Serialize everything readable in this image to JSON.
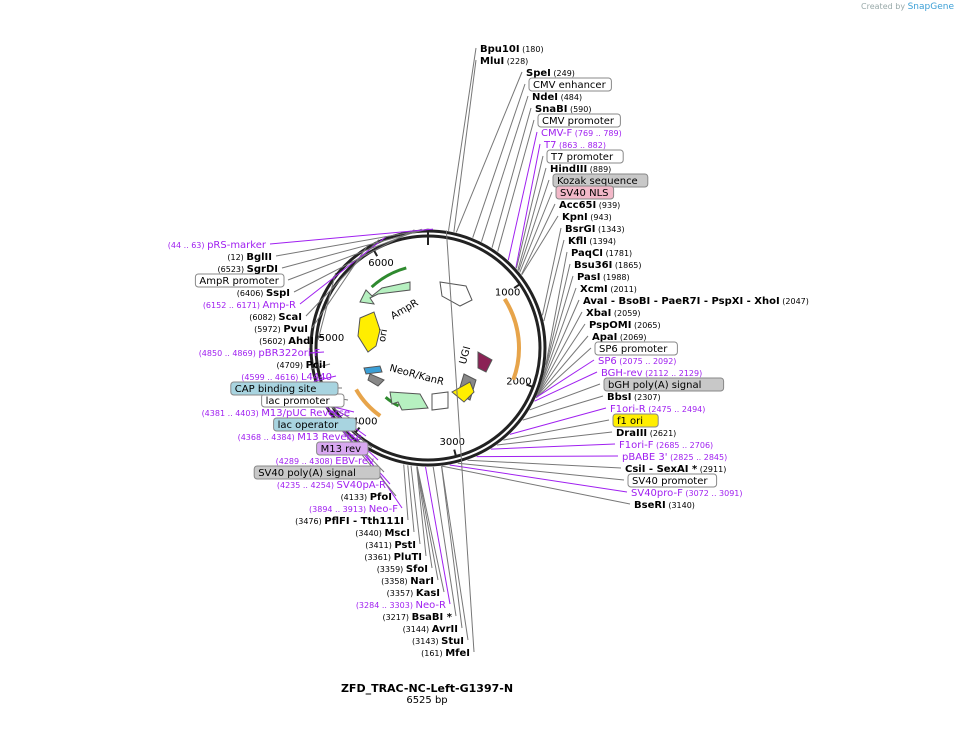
{
  "credit": {
    "prefix": "Created by",
    "brand": "SnapGene"
  },
  "plasmid": {
    "name": "ZFD_TRAC-NC-Left-G1397-N",
    "size_label": "6525 bp",
    "length": 6525
  },
  "colors": {
    "enzyme": "#000000",
    "primer": "#a020f0",
    "feature_box_border": "#888888",
    "backbone": "#222222",
    "amp": "#b6f0c0",
    "ori": "#ffee00",
    "kan": "#b6f0c0",
    "ugi": "#8b2255",
    "yellow": "#ffee00",
    "orange": "#e7a44a",
    "green": "#2f8a2f",
    "gray": "#888888"
  },
  "tick_labels": [
    "1000",
    "2000",
    "3000",
    "4000",
    "5000",
    "6000"
  ],
  "inner_features": [
    {
      "name": "AmpR",
      "label": "AmpR"
    },
    {
      "name": "ori",
      "label": "ori"
    },
    {
      "name": "NeoR/KanR",
      "label": "NeoR/KanR"
    },
    {
      "name": "UGI",
      "label": "UGI"
    }
  ],
  "labels": [
    {
      "type": "enzyme",
      "name": "MfeI",
      "pos": "(161)",
      "side": "left"
    },
    {
      "type": "enzyme",
      "name": "Bpu10I",
      "pos": "(180)",
      "side": "right"
    },
    {
      "type": "enzyme",
      "name": "MluI",
      "pos": "(228)",
      "side": "right"
    },
    {
      "type": "enzyme",
      "name": "SpeI",
      "pos": "(249)",
      "side": "right"
    },
    {
      "type": "feature",
      "name": "CMV enhancer",
      "side": "right",
      "fill": "#ffffff"
    },
    {
      "type": "enzyme",
      "name": "NdeI",
      "pos": "(484)",
      "side": "right"
    },
    {
      "type": "enzyme",
      "name": "SnaBI",
      "pos": "(590)",
      "side": "right"
    },
    {
      "type": "feature",
      "name": "CMV promoter",
      "side": "right",
      "fill": "#ffffff"
    },
    {
      "type": "primer",
      "name": "CMV-F",
      "pos": "(769 .. 789)",
      "side": "right"
    },
    {
      "type": "primer",
      "name": "T7",
      "pos": "(863 .. 882)",
      "side": "right"
    },
    {
      "type": "feature",
      "name": "T7 promoter",
      "side": "right",
      "fill": "#ffffff"
    },
    {
      "type": "enzyme",
      "name": "HindIII",
      "pos": "(889)",
      "side": "right"
    },
    {
      "type": "feature",
      "name": "Kozak sequence",
      "side": "right",
      "fill": "#c8c8c8"
    },
    {
      "type": "feature",
      "name": "SV40 NLS",
      "side": "right",
      "fill": "#f2b8c8"
    },
    {
      "type": "enzyme",
      "name": "Acc65I",
      "pos": "(939)",
      "side": "right"
    },
    {
      "type": "enzyme",
      "name": "KpnI",
      "pos": "(943)",
      "side": "right"
    },
    {
      "type": "enzyme",
      "name": "BsrGI",
      "pos": "(1343)",
      "side": "right"
    },
    {
      "type": "enzyme",
      "name": "KflI",
      "pos": "(1394)",
      "side": "right"
    },
    {
      "type": "enzyme",
      "name": "PaqCI",
      "pos": "(1781)",
      "side": "right"
    },
    {
      "type": "enzyme",
      "name": "Bsu36I",
      "pos": "(1865)",
      "side": "right"
    },
    {
      "type": "enzyme",
      "name": "PasI",
      "pos": "(1988)",
      "side": "right"
    },
    {
      "type": "enzyme",
      "name": "XcmI",
      "pos": "(2011)",
      "side": "right"
    },
    {
      "type": "enzyme_multi",
      "name": "AvaI",
      "extra": [
        "- BsoBI",
        "- PaeR7I",
        "- PspXI",
        "- XhoI"
      ],
      "pos": "(2047)",
      "side": "right"
    },
    {
      "type": "enzyme",
      "name": "XbaI",
      "pos": "(2059)",
      "side": "right"
    },
    {
      "type": "enzyme",
      "name": "PspOMI",
      "pos": "(2065)",
      "side": "right"
    },
    {
      "type": "enzyme",
      "name": "ApaI",
      "pos": "(2069)",
      "side": "right"
    },
    {
      "type": "feature",
      "name": "SP6 promoter",
      "side": "right",
      "fill": "#ffffff"
    },
    {
      "type": "primer",
      "name": "SP6",
      "pos": "(2075 .. 2092)",
      "side": "right"
    },
    {
      "type": "primer",
      "name": "BGH-rev",
      "pos": "(2112 .. 2129)",
      "side": "right"
    },
    {
      "type": "feature",
      "name": "bGH poly(A) signal",
      "side": "right",
      "fill": "#c8c8c8"
    },
    {
      "type": "enzyme",
      "name": "BbsI",
      "pos": "(2307)",
      "side": "right"
    },
    {
      "type": "primer",
      "name": "F1ori-R",
      "pos": "(2475 .. 2494)",
      "side": "right"
    },
    {
      "type": "feature",
      "name": "f1 ori",
      "side": "right",
      "fill": "#ffee00"
    },
    {
      "type": "enzyme",
      "name": "DraIII",
      "pos": "(2621)",
      "side": "right"
    },
    {
      "type": "primer",
      "name": "F1ori-F",
      "pos": "(2685 .. 2706)",
      "side": "right"
    },
    {
      "type": "primer",
      "name": "pBABE 3'",
      "pos": "(2825 .. 2845)",
      "side": "right"
    },
    {
      "type": "enzyme_multi",
      "name": "CsiI",
      "extra": [
        "- SexAI *"
      ],
      "pos": "(2911)",
      "side": "right"
    },
    {
      "type": "feature",
      "name": "SV40 promoter",
      "side": "right",
      "fill": "#ffffff"
    },
    {
      "type": "primer",
      "name": "SV40pro-F",
      "pos": "(3072 .. 3091)",
      "side": "right"
    },
    {
      "type": "enzyme",
      "name": "BseRI",
      "pos": "(3140)",
      "side": "right"
    },
    {
      "type": "enzyme",
      "name": "StuI",
      "pos": "(3143)",
      "side": "left"
    },
    {
      "type": "enzyme",
      "name": "AvrII",
      "pos": "(3144)",
      "side": "left"
    },
    {
      "type": "enzyme",
      "name": "BsaBI *",
      "pos": "(3217)",
      "side": "left"
    },
    {
      "type": "primer",
      "name": "Neo-R",
      "pos": "(3284 .. 3303)",
      "side": "left"
    },
    {
      "type": "enzyme",
      "name": "KasI",
      "pos": "(3357)",
      "side": "left"
    },
    {
      "type": "enzyme",
      "name": "NarI",
      "pos": "(3358)",
      "side": "left"
    },
    {
      "type": "enzyme",
      "name": "SfoI",
      "pos": "(3359)",
      "side": "left"
    },
    {
      "type": "enzyme",
      "name": "PluTI",
      "pos": "(3361)",
      "side": "left"
    },
    {
      "type": "enzyme",
      "name": "PstI",
      "pos": "(3411)",
      "side": "left"
    },
    {
      "type": "enzyme",
      "name": "MscI",
      "pos": "(3440)",
      "side": "left"
    },
    {
      "type": "enzyme_multi",
      "name": "PflFI",
      "extra": [
        "- Tth111I"
      ],
      "pos": "(3476)",
      "side": "left"
    },
    {
      "type": "primer",
      "name": "Neo-F",
      "pos": "(3894 .. 3913)",
      "side": "left"
    },
    {
      "type": "enzyme",
      "name": "PfoI",
      "pos": "(4133)",
      "side": "left"
    },
    {
      "type": "primer",
      "name": "SV40pA-R",
      "pos": "(4235 .. 4254)",
      "side": "left"
    },
    {
      "type": "feature",
      "name": "SV40 poly(A) signal",
      "side": "left",
      "fill": "#c8c8c8"
    },
    {
      "type": "primer",
      "name": "EBV-rev",
      "pos": "(4289 .. 4308)",
      "side": "left"
    },
    {
      "type": "feature",
      "name": "M13 rev",
      "side": "left",
      "fill": "#d8a8f0"
    },
    {
      "type": "primer",
      "name": "M13 Reverse",
      "pos": "(4368 .. 4384)",
      "side": "left"
    },
    {
      "type": "feature",
      "name": "lac operator",
      "side": "left",
      "fill": "#a8d4e0"
    },
    {
      "type": "primer",
      "name": "M13/pUC Reverse",
      "pos": "(4381 .. 4403)",
      "side": "left"
    },
    {
      "type": "feature",
      "name": "lac promoter",
      "side": "left",
      "fill": "#ffffff"
    },
    {
      "type": "feature",
      "name": "CAP binding site",
      "side": "left",
      "fill": "#a8d4e0"
    },
    {
      "type": "primer",
      "name": "L4440",
      "pos": "(4599 .. 4616)",
      "side": "left"
    },
    {
      "type": "enzyme",
      "name": "PciI",
      "pos": "(4709)",
      "side": "left"
    },
    {
      "type": "primer",
      "name": "pBR322ori-F",
      "pos": "(4850 .. 4869)",
      "side": "left"
    },
    {
      "type": "enzyme",
      "name": "AhdI",
      "pos": "(5602)",
      "side": "left"
    },
    {
      "type": "enzyme",
      "name": "PvuI",
      "pos": "(5972)",
      "side": "left"
    },
    {
      "type": "enzyme",
      "name": "ScaI",
      "pos": "(6082)",
      "side": "left"
    },
    {
      "type": "primer",
      "name": "Amp-R",
      "pos": "(6152 .. 6171)",
      "side": "left"
    },
    {
      "type": "enzyme",
      "name": "SspI",
      "pos": "(6406)",
      "side": "left"
    },
    {
      "type": "feature",
      "name": "AmpR promoter",
      "side": "left",
      "fill": "#ffffff"
    },
    {
      "type": "enzyme",
      "name": "SgrDI",
      "pos": "(6523)",
      "side": "left"
    },
    {
      "type": "enzyme",
      "name": "BglII",
      "pos": "(12)",
      "side": "left"
    },
    {
      "type": "primer",
      "name": "pRS-marker",
      "pos": "(44 .. 63)",
      "side": "left"
    }
  ]
}
